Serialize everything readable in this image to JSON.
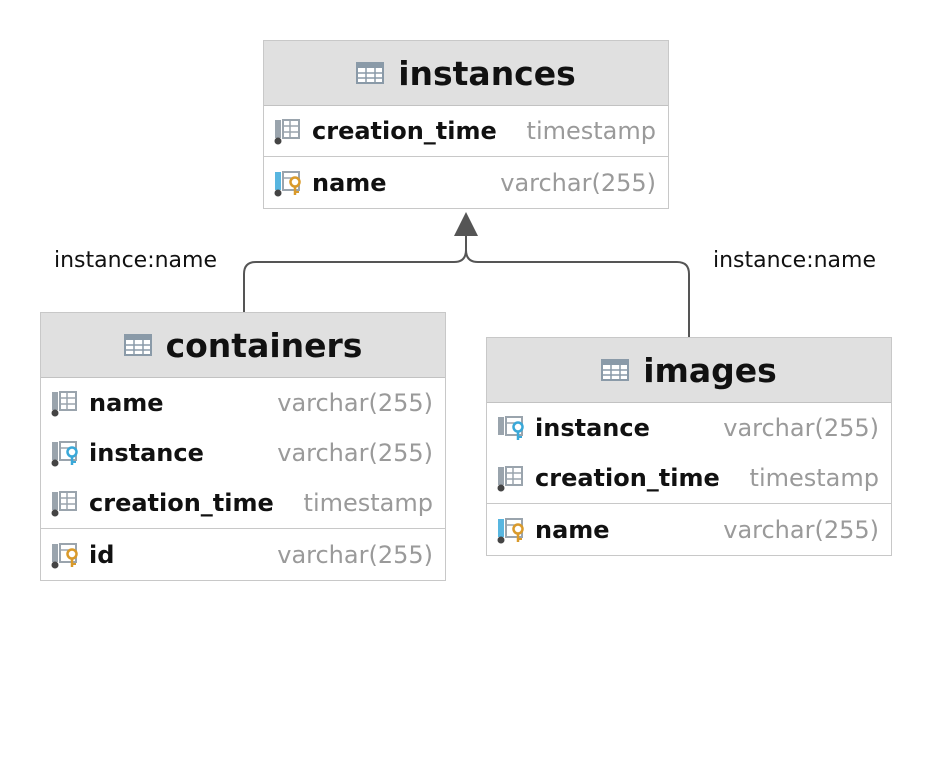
{
  "entities": {
    "instances": {
      "title": "instances",
      "columns": [
        {
          "name": "creation_time",
          "type": "timestamp",
          "kind": "plain"
        },
        {
          "name": "name",
          "type": "varchar(255)",
          "kind": "primary-key"
        }
      ]
    },
    "containers": {
      "title": "containers",
      "columns": [
        {
          "name": "name",
          "type": "varchar(255)",
          "kind": "plain"
        },
        {
          "name": "instance",
          "type": "varchar(255)",
          "kind": "foreign-key"
        },
        {
          "name": "creation_time",
          "type": "timestamp",
          "kind": "plain"
        },
        {
          "name": "id",
          "type": "varchar(255)",
          "kind": "primary-key"
        }
      ]
    },
    "images": {
      "title": "images",
      "columns": [
        {
          "name": "instance",
          "type": "varchar(255)",
          "kind": "foreign-key"
        },
        {
          "name": "creation_time",
          "type": "timestamp",
          "kind": "plain"
        },
        {
          "name": "name",
          "type": "varchar(255)",
          "kind": "primary-key"
        }
      ]
    }
  },
  "relations": {
    "containers_to_instances": "instance:name",
    "images_to_instances": "instance:name"
  },
  "colors": {
    "header_bg": "#e0e0e0",
    "foreign_key": "#3aa8d8",
    "primary_key": "#d99a2b",
    "connector": "#555555",
    "type_text": "#9a9a9a"
  }
}
